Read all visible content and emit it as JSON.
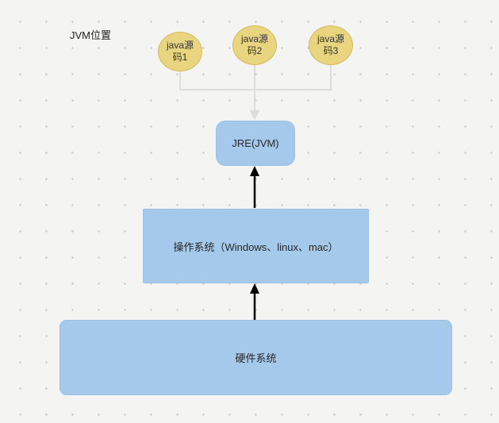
{
  "title": "JVM位置",
  "nodes": {
    "source1": {
      "line1": "java源",
      "line2": "码1"
    },
    "source2": {
      "line1": "java源",
      "line2": "码2"
    },
    "source3": {
      "line1": "java源",
      "line2": "码3"
    },
    "jre": {
      "label": "JRE(JVM)"
    },
    "os": {
      "label": "操作系统（Windows、linux、mac）"
    },
    "hardware": {
      "label": "硬件系统"
    }
  },
  "colors": {
    "ellipse_fill": "#e9d57f",
    "ellipse_border": "#d4ba60",
    "box_fill": "#a5c9eb",
    "gray_connector": "#dddddc",
    "black_arrow": "#000000",
    "background": "#f4f4f2",
    "dot_grid": "#c9c9c7"
  }
}
